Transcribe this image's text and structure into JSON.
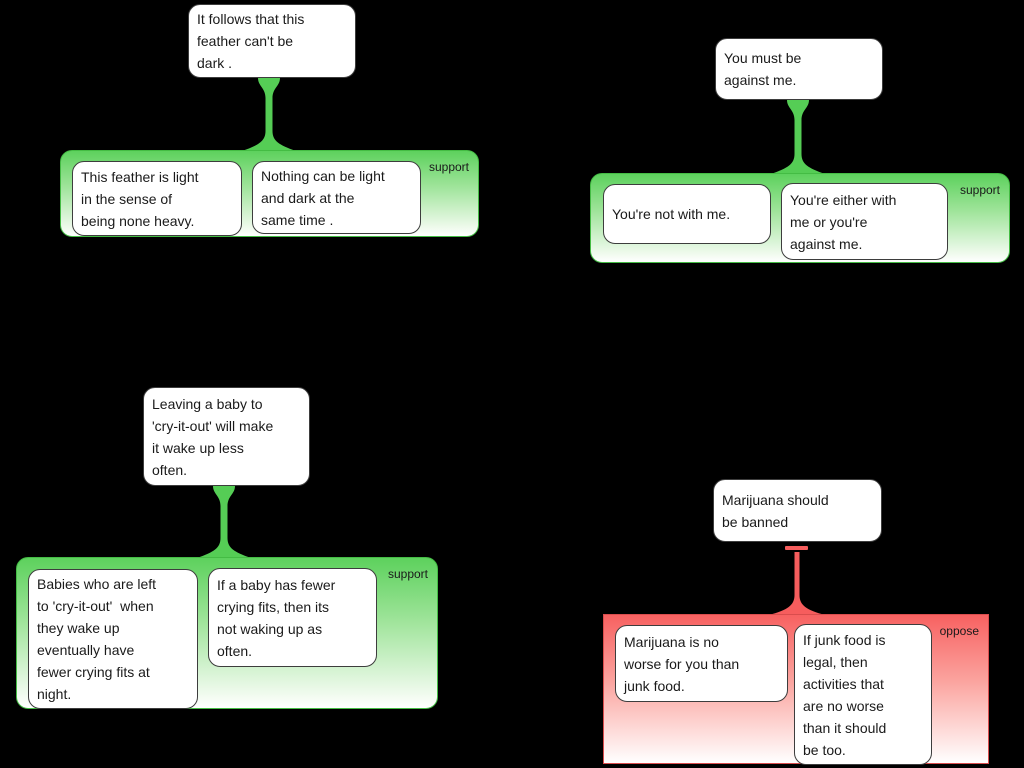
{
  "colors": {
    "background": "#000000",
    "support_green": "#55cd55",
    "support_border": "#44bc44",
    "oppose_red": "#f65d5d",
    "oppose_border": "#d94d4d",
    "box_fill": "#ffffff",
    "box_border": "#3d3d3d",
    "text": "#1a1a1a"
  },
  "trees": [
    {
      "name": "feather-argument",
      "conclusion": "It follows that this\nfeather can't be\ndark .",
      "relation": "support",
      "premises": [
        "This feather is light\nin the sense of\nbeing none heavy.",
        "Nothing can be light\nand dark at the\nsame time ."
      ]
    },
    {
      "name": "with-or-against-argument",
      "conclusion": "You must be\nagainst me.",
      "relation": "support",
      "premises": [
        "You're not with me.",
        "You're either with\nme or you're\nagainst me."
      ]
    },
    {
      "name": "cry-it-out-argument",
      "conclusion": "Leaving a baby to\n'cry-it-out' will make\nit wake up less\noften.",
      "relation": "support",
      "premises": [
        "Babies who are left\nto 'cry-it-out'  when\nthey wake up\neventually have\nfewer crying fits at\nnight.",
        "If a baby has fewer\ncrying fits, then its\nnot waking up as\noften."
      ]
    },
    {
      "name": "marijuana-argument",
      "conclusion": "Marijuana should\nbe banned",
      "relation": "oppose",
      "premises": [
        "Marijuana is no\nworse for you than\njunk food.",
        "If junk food is\nlegal, then\nactivities that\nare no worse\nthan it should\nbe too."
      ]
    }
  ]
}
